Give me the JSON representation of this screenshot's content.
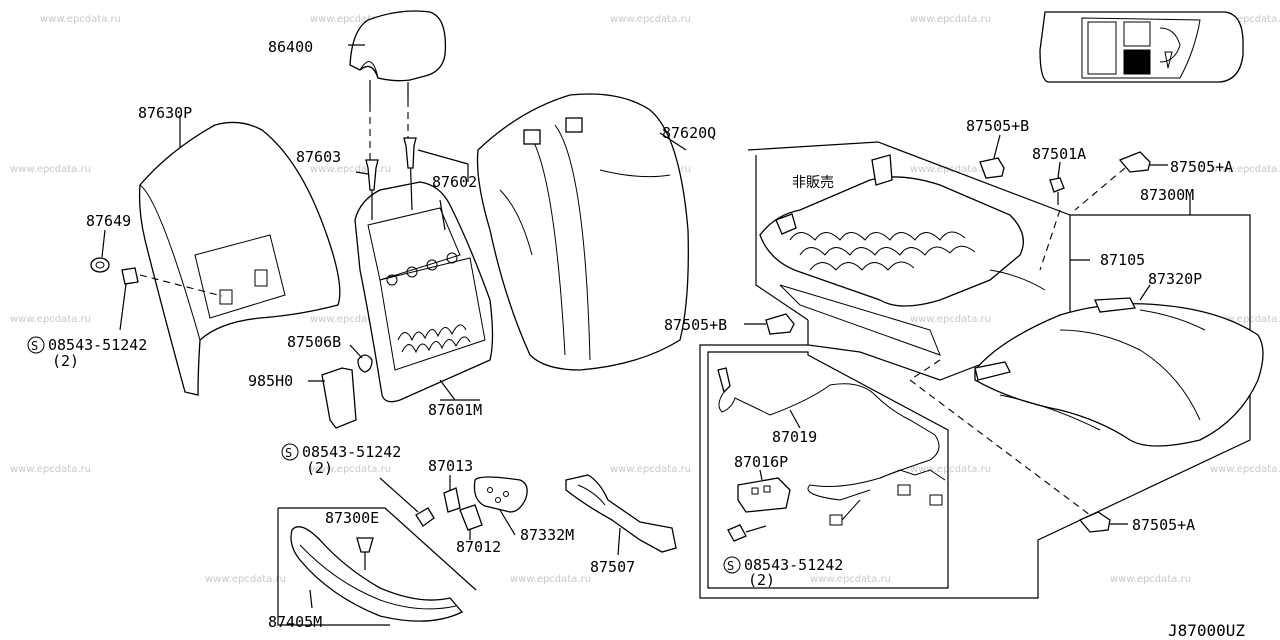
{
  "watermark": "www.epcdata.ru",
  "diagram_code": "J87000UZ",
  "callouts": {
    "headrest": "86400",
    "back_cover": "87630P",
    "guide_603": "87603",
    "guide_602": "87602",
    "back_pad": "87620Q",
    "nut_87649": "87649",
    "screw_back": "08543-51242",
    "screw_back_qty": "(2)",
    "clip_87506b": "87506B",
    "spacer_985h0": "985H0",
    "back_frame": "87601M",
    "screw_mid": "08543-51242",
    "screw_mid_qty": "(2)",
    "knob_87013": "87013",
    "knob_87012": "87012",
    "finisher_87332m": "87332M",
    "bracket_87507": "87507",
    "trim_87300e": "87300E",
    "finisher_87405m": "87405M",
    "clip_87505b_top": "87505+B",
    "bolt_87501a": "87501A",
    "clip_87505a_top": "87505+A",
    "not_for_sale": "非販売",
    "cushion_asm": "87300M",
    "frame_87105": "87105",
    "cushion_pad": "87320P",
    "clip_87505b_mid": "87505+B",
    "harness_87019": "87019",
    "switch_87016p": "87016P",
    "clip_87505a_bottom": "87505+A",
    "screw_bottom": "08543-51242",
    "screw_bottom_qty": "(2)"
  },
  "icons": {
    "screw_symbol": "S",
    "car_locator": "car-locator-icon"
  }
}
